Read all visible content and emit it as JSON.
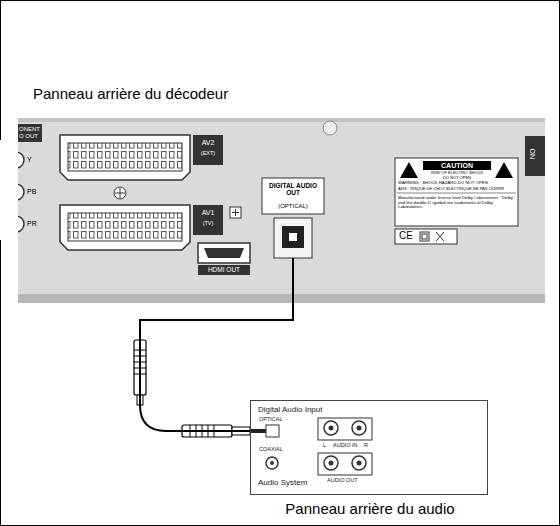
{
  "diagram": {
    "nodes": [
      {
        "text": [
          "Panneau arrière du décodeur"
        ]
      },
      {
        "text": [
          "DIGITAL AUDIO OUT",
          "(OPTICAL)"
        ],
        "in": 0
      },
      {
        "text": [
          "Digital Audio Input",
          "Audio System",
          "Panneau arrière du audio"
        ]
      }
    ],
    "edges": [
      {
        "from": 1,
        "to": 2,
        "arrow": "none"
      }
    ],
    "labels": [
      "ONENT",
      "O OUT",
      "Y",
      "PB",
      "PR",
      "AV2",
      "(EXT)",
      "AV1",
      "(TV)",
      "HDMI OUT",
      "CAUTION",
      "RISK OF ELECTRIC SHOCK",
      "DO NOT OPEN",
      "WARNING : SHOCK HAZARD-DO NOT OPEN",
      "AVIS : RISQUE DE CHOC ELECTRIQUE-NE PAS OUVRIR",
      "Manufactured under license from Dolby Laboratories. \"Dolby\" and the double-D symbol are trademarks of Dolby Laboratories.",
      "CE",
      "ON",
      "OPTICAL",
      "COAXIAL",
      "L",
      "AUDIO IN",
      "R",
      "AUDIO OUT"
    ]
  }
}
